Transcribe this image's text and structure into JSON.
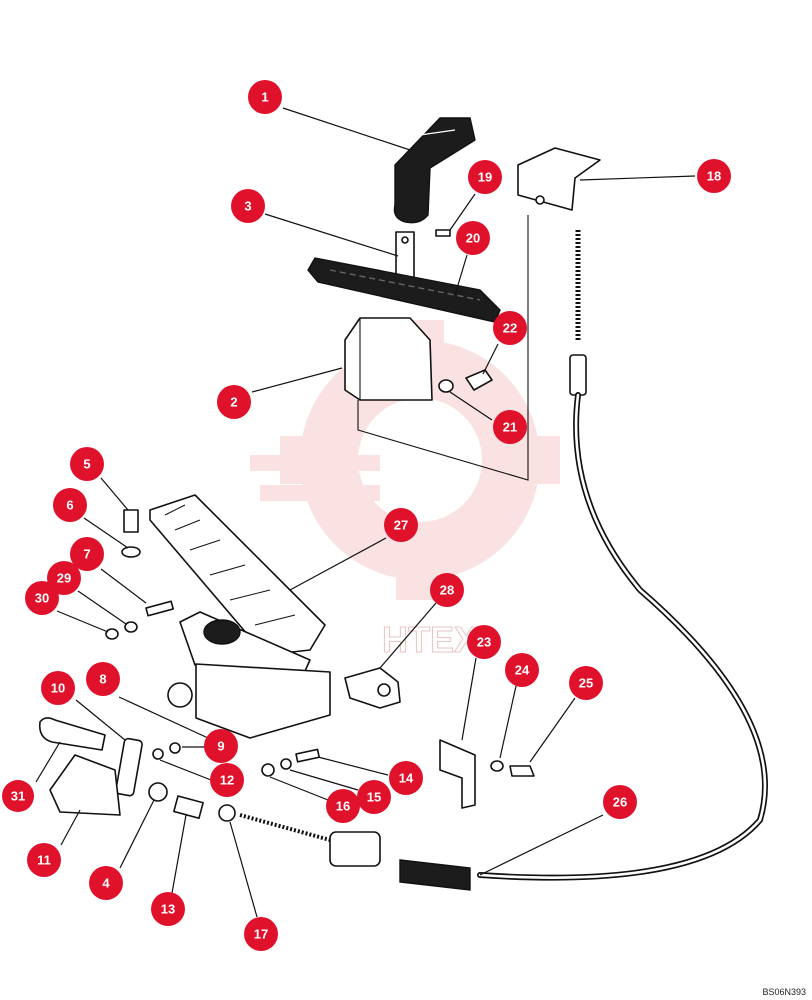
{
  "diagram": {
    "reference_code": "BS06N393",
    "watermark_text": "HTEX",
    "callout_color": "#e0112b",
    "watermark_color": "#f6c9cc",
    "callouts": [
      "1",
      "2",
      "3",
      "4",
      "5",
      "6",
      "7",
      "8",
      "9",
      "10",
      "11",
      "12",
      "13",
      "14",
      "15",
      "16",
      "17",
      "18",
      "19",
      "20",
      "21",
      "22",
      "23",
      "24",
      "25",
      "26",
      "27",
      "28",
      "29",
      "30",
      "31"
    ]
  }
}
